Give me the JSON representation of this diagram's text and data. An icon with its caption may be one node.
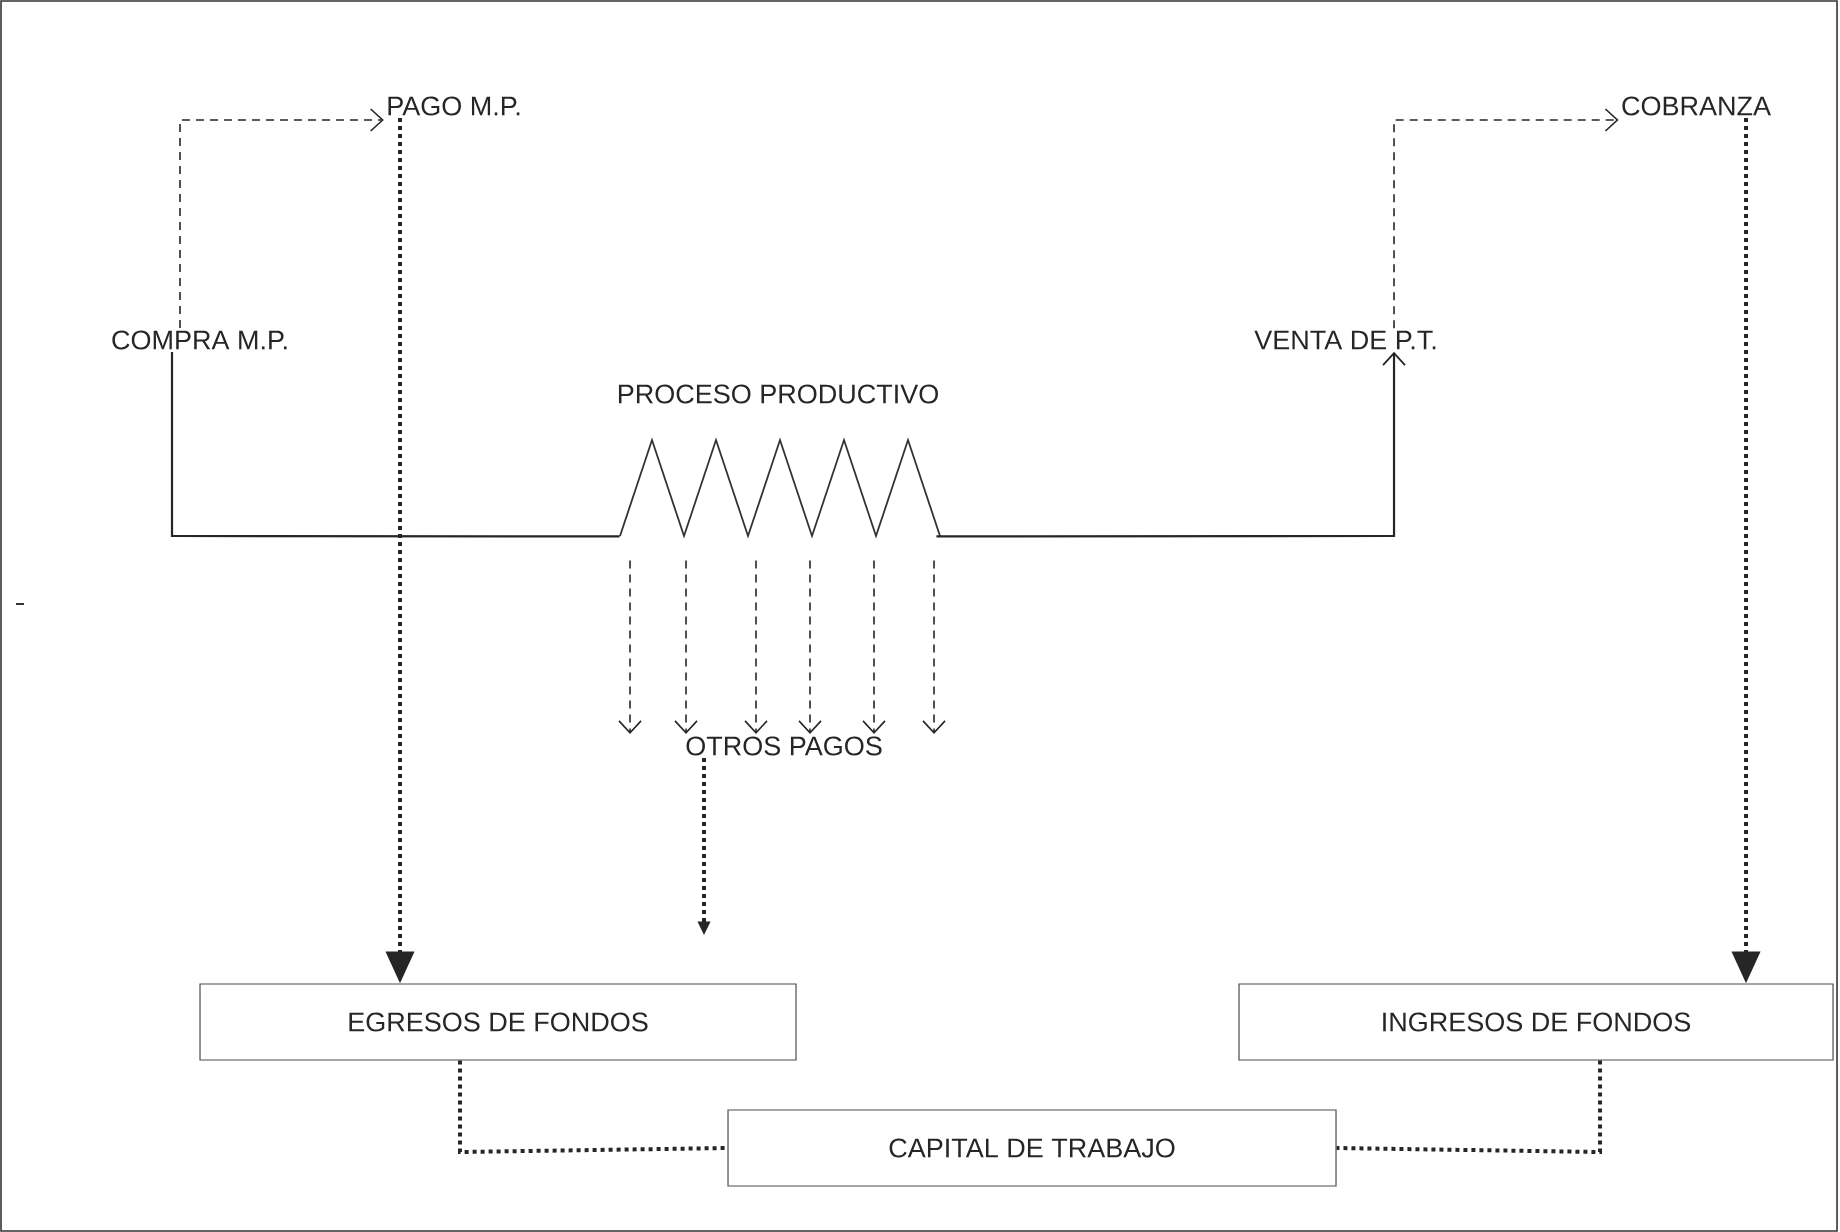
{
  "diagram": {
    "nodes": [
      {
        "text": [
          "COMPRA M.P."
        ]
      },
      {
        "text": [
          "PAGO M.P."
        ]
      },
      {
        "text": [
          "PROCESO PRODUCTIVO"
        ]
      },
      {
        "text": [
          "VENTA DE P.T."
        ]
      },
      {
        "text": [
          "COBRANZA"
        ]
      },
      {
        "text": [
          "OTROS PAGOS"
        ]
      },
      {
        "text": [
          "EGRESOS DE FONDOS"
        ]
      },
      {
        "text": [
          "INGRESOS DE FONDOS"
        ]
      },
      {
        "text": [
          "CAPITAL DE TRABAJO"
        ]
      }
    ],
    "edges": [
      {
        "from": 0,
        "to": 1,
        "arrow": "to",
        "style": "dashed"
      },
      {
        "from": 0,
        "to": 2,
        "arrow": "none"
      },
      {
        "from": 2,
        "to": 3,
        "arrow": "to"
      },
      {
        "from": 3,
        "to": 4,
        "arrow": "to",
        "style": "dashed"
      },
      {
        "from": 2,
        "to": 5,
        "arrow": "to",
        "style": "dashed"
      },
      {
        "from": 2,
        "to": 5,
        "arrow": "to",
        "style": "dashed"
      },
      {
        "from": 2,
        "to": 5,
        "arrow": "to",
        "style": "dashed"
      },
      {
        "from": 2,
        "to": 5,
        "arrow": "to",
        "style": "dashed"
      },
      {
        "from": 2,
        "to": 5,
        "arrow": "to",
        "style": "dashed"
      },
      {
        "from": 2,
        "to": 5,
        "arrow": "to",
        "style": "dashed"
      },
      {
        "from": 1,
        "to": 6,
        "arrow": "to",
        "style": "dashed"
      },
      {
        "from": 5,
        "to": 6,
        "arrow": "to",
        "style": "dashed"
      },
      {
        "from": 4,
        "to": 7,
        "arrow": "to",
        "style": "dashed"
      },
      {
        "from": 6,
        "to": 8,
        "arrow": "none",
        "style": "dashed"
      },
      {
        "from": 7,
        "to": 8,
        "arrow": "none",
        "style": "dashed"
      }
    ]
  }
}
